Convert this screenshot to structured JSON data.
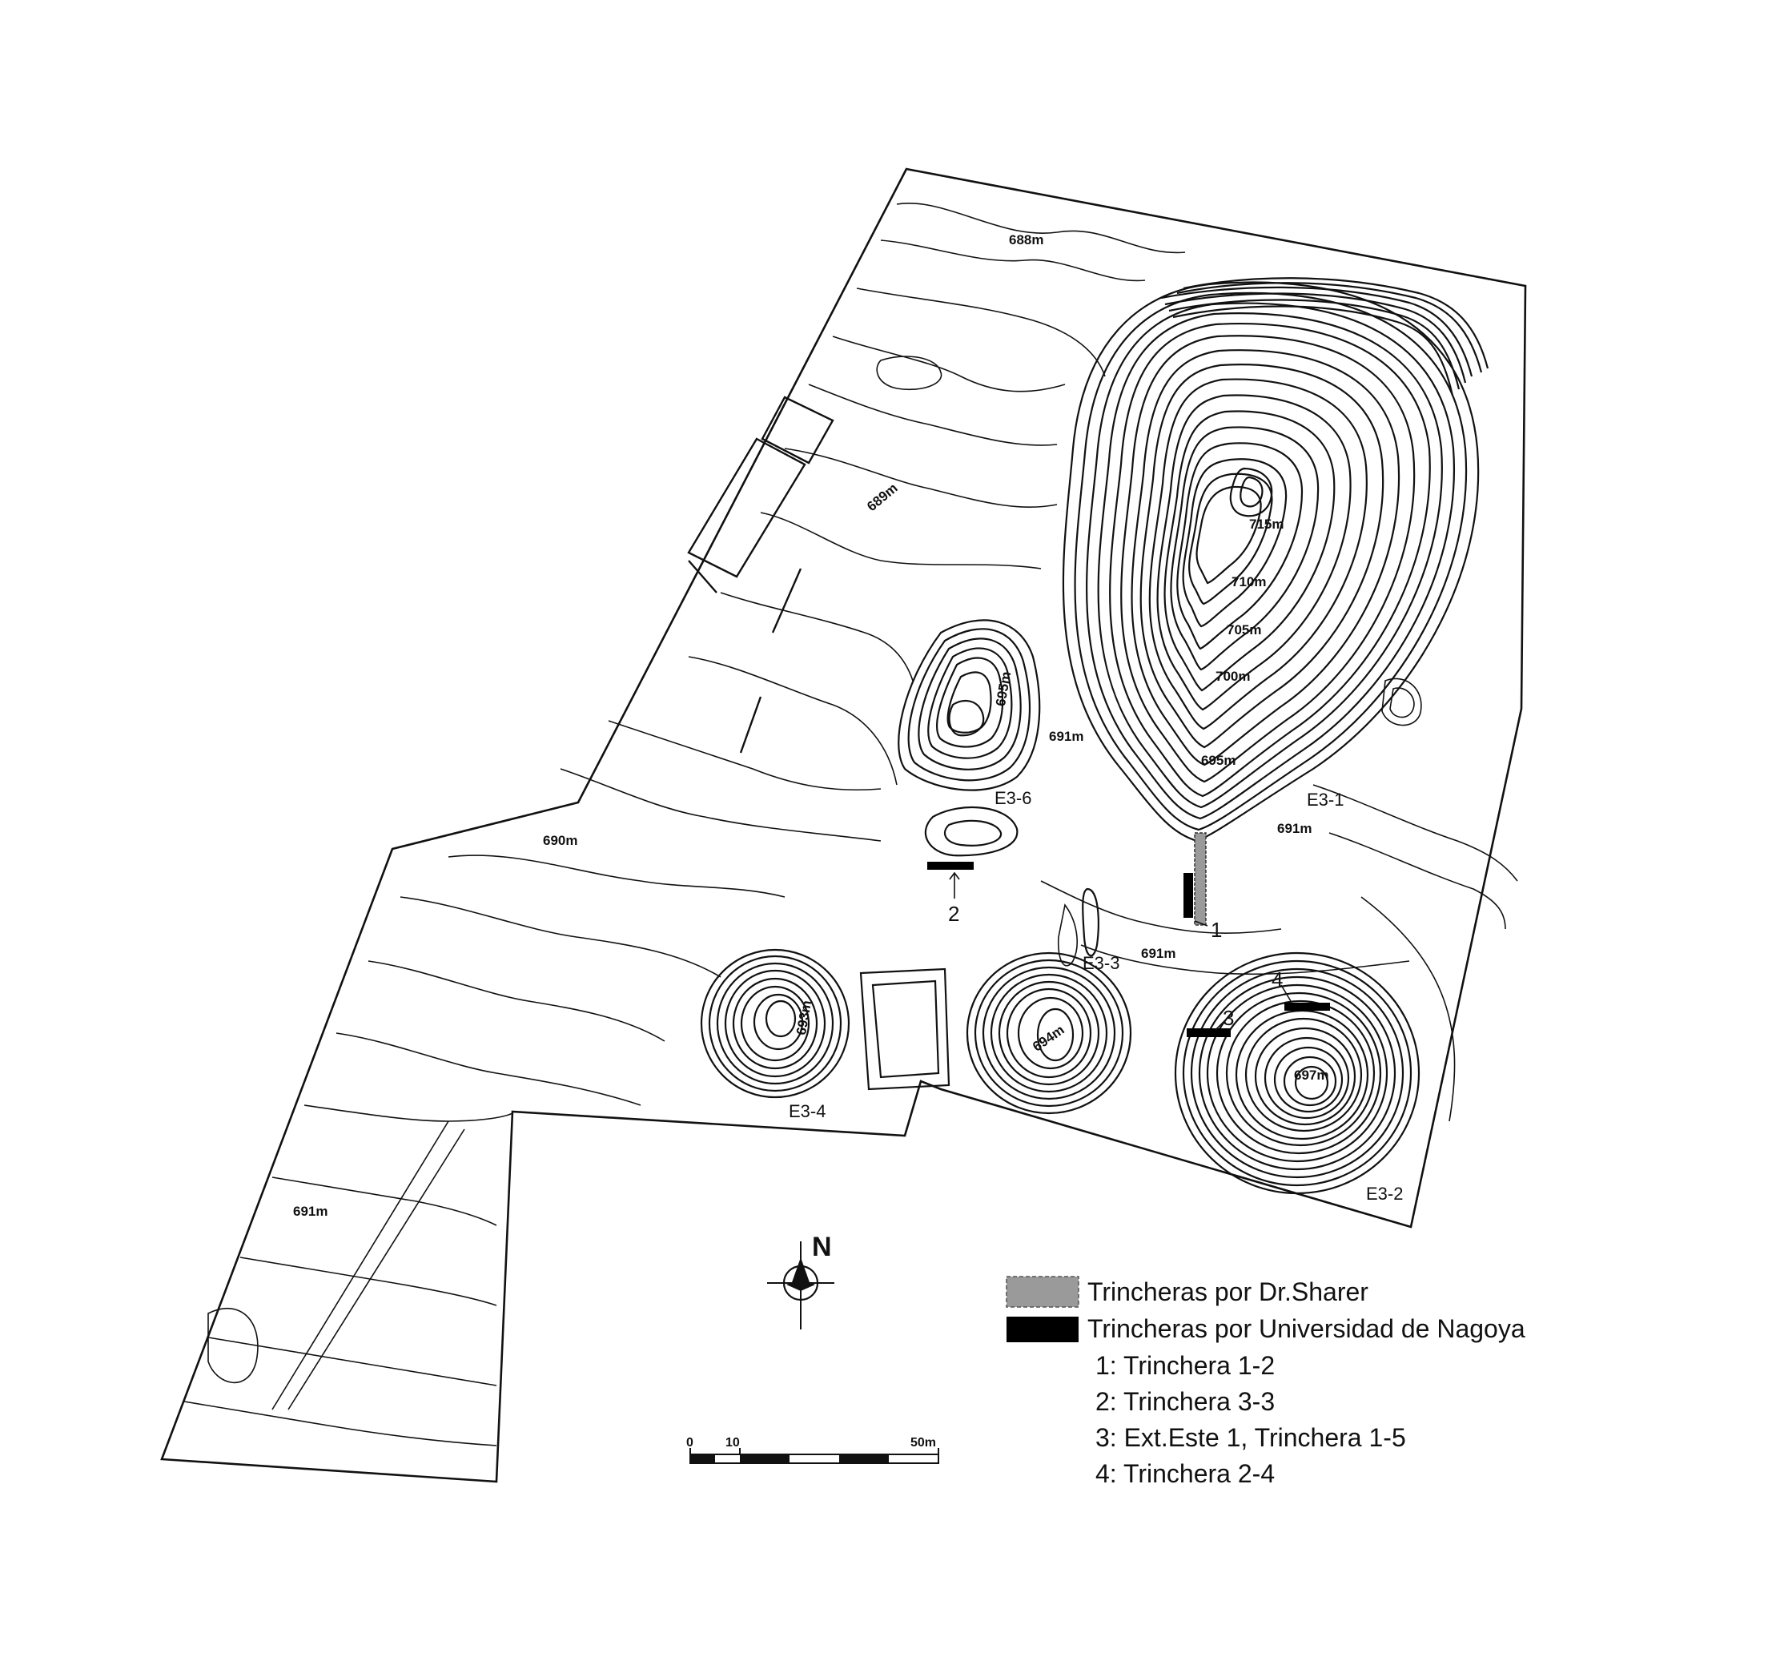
{
  "contour_labels": [
    "688m",
    "689m",
    "690m",
    "691m",
    "691m",
    "691m",
    "691m",
    "715m",
    "710m",
    "705m",
    "700m",
    "695m",
    "695m",
    "694m",
    "693m",
    "697m"
  ],
  "mounds": [
    "E3-1",
    "E3-2",
    "E3-3",
    "E3-4",
    "E3-6"
  ],
  "trench_numbers": [
    "1",
    "2",
    "3",
    "4"
  ],
  "north": {
    "label": "N"
  },
  "scale_bar": {
    "labels": [
      "0",
      "10",
      "50m"
    ]
  },
  "legend": {
    "items": [
      {
        "label": "Trincheras por Dr.Sharer",
        "color": "#9a9a9a"
      },
      {
        "label": "Trincheras por Universidad de Nagoya",
        "color": "#000000"
      }
    ],
    "trenches": [
      "1: Trinchera 1-2",
      "2: Trinchera 3-3",
      "3: Ext.Este 1, Trinchera 1-5",
      "4: Trinchera 2-4"
    ]
  }
}
